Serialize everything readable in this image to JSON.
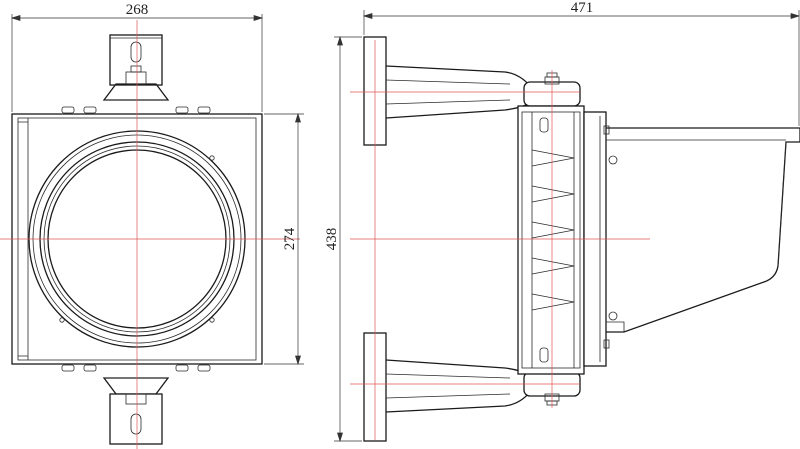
{
  "dimensions": {
    "front_width": "268",
    "front_height": "274",
    "side_depth": "471",
    "side_height": "438"
  },
  "colors": {
    "line": "#1a1a1a",
    "centerline": "#e05555",
    "background": "#ffffff"
  }
}
